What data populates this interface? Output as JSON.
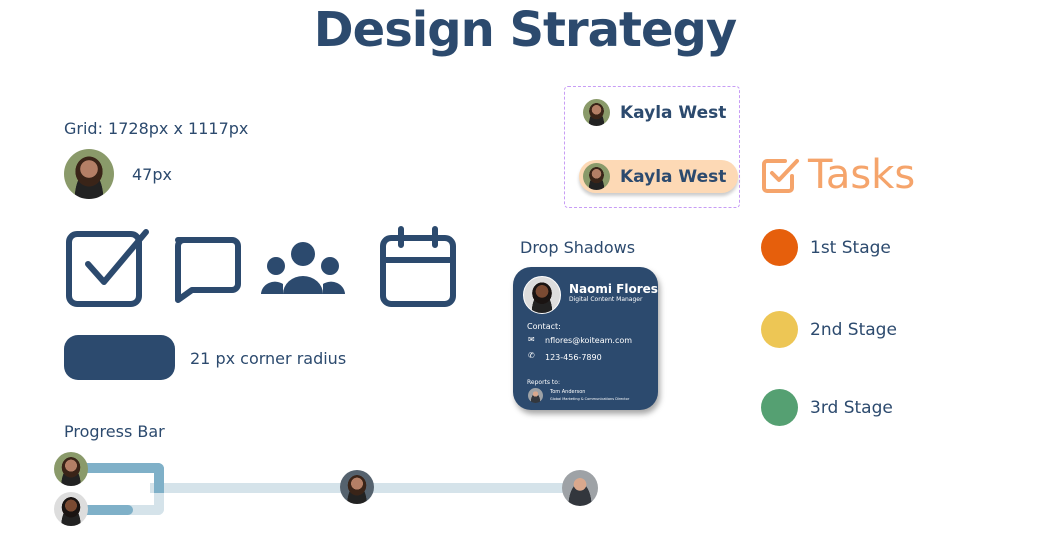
{
  "title": "Design Strategy",
  "grid_label": "Grid: 1728px x 1117px",
  "avatar_size_label": "47px",
  "corner_radius_label": "21 px corner radius",
  "progress_label": "Progress Bar",
  "drop_shadows_label": "Drop Shadows",
  "chips": {
    "plain": "Kayla West",
    "highlighted": "Kayla West"
  },
  "tasks_label": "Tasks",
  "stages": [
    {
      "label": "1st Stage",
      "color": "#e65f0c"
    },
    {
      "label": "2nd Stage",
      "color": "#edc655"
    },
    {
      "label": "3rd Stage",
      "color": "#55a072"
    }
  ],
  "card": {
    "name": "Naomi Flores",
    "role": "Digital Content Manager",
    "contact_label": "Contact:",
    "email": "nflores@koiteam.com",
    "phone": "123-456-7890",
    "reports_label": "Reports to:",
    "manager_name": "Tom Anderson",
    "manager_role": "Global Marketing & Communications Director"
  },
  "colors": {
    "primary": "#2c4a6e",
    "accent": "#f5a46b",
    "chip_bg": "#fdd9b5",
    "progress_fill": "#7fb0c8",
    "progress_track": "#d5e3ea"
  }
}
